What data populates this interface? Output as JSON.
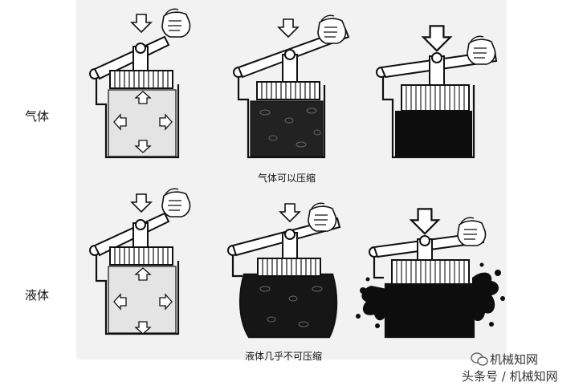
{
  "rows": [
    {
      "label": "气体",
      "caption": "气体可以压缩"
    },
    {
      "label": "液体",
      "caption": "液体几乎不可压缩"
    }
  ],
  "watermark": {
    "line1": "机械知网",
    "line2": "头条号 / 机械知网"
  },
  "colors": {
    "panel": "#f2f2f2",
    "light_fill": "#e8e8e8",
    "dark_fill": "#111111",
    "outline": "#111111"
  },
  "icons": [
    "hand-icon",
    "down-arrow-icon",
    "pressure-arrow-icon",
    "splash-icon",
    "wechat-icon"
  ]
}
